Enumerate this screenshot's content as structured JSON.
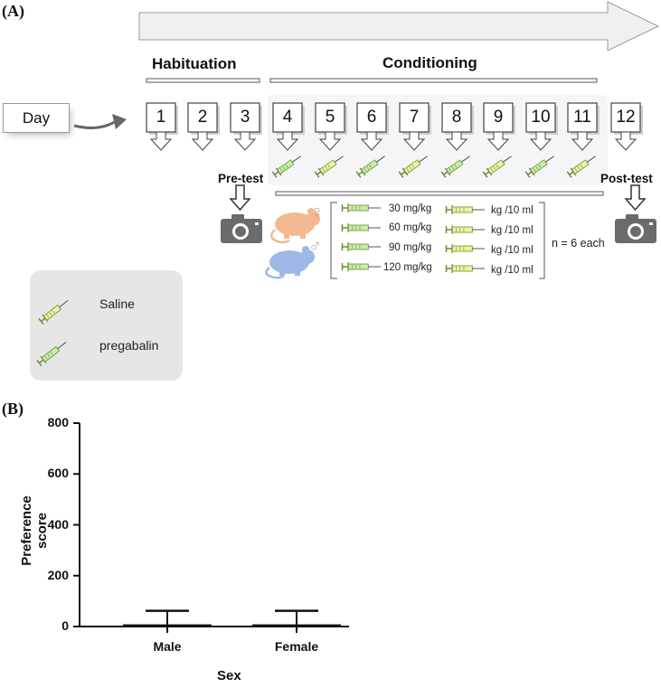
{
  "panel_a": {
    "label": "(A)",
    "phases": {
      "habituation": "Habituation",
      "conditioning": "Conditioning"
    },
    "day_label": "Day",
    "days": [
      "1",
      "2",
      "3",
      "4",
      "5",
      "6",
      "7",
      "8",
      "9",
      "10",
      "11",
      "12"
    ],
    "pre_test": "Pre-test",
    "post_test": "Post-test",
    "doses": [
      {
        "pregabalin": "30 mg/kg",
        "saline": "kg /10 ml"
      },
      {
        "pregabalin": "60 mg/kg",
        "saline": "kg /10 ml"
      },
      {
        "pregabalin": "90 mg/kg",
        "saline": "kg /10 ml"
      },
      {
        "pregabalin": "120 mg/kg",
        "saline": "kg /10 ml"
      }
    ],
    "group_size": "n = 6 each",
    "female_symbol": "♀",
    "male_symbol": "♂",
    "legend": {
      "saline": "Saline",
      "pregabalin": "pregabalin"
    },
    "colors": {
      "saline": "#e9f59a",
      "pregabalin": "#c4efa6",
      "female_rat": "#f2b98e",
      "male_rat": "#9db8e6"
    }
  },
  "panel_b": {
    "label": "(B)"
  },
  "chart_data": {
    "type": "bar",
    "categories": [
      "Male",
      "Female"
    ],
    "values": [
      5,
      5
    ],
    "error_upper": [
      62,
      62
    ],
    "xlabel": "Sex",
    "ylabel": "Preference score",
    "ylim": [
      0,
      800
    ],
    "yticks": [
      "0",
      "200",
      "400",
      "600",
      "800"
    ],
    "grid": false
  }
}
